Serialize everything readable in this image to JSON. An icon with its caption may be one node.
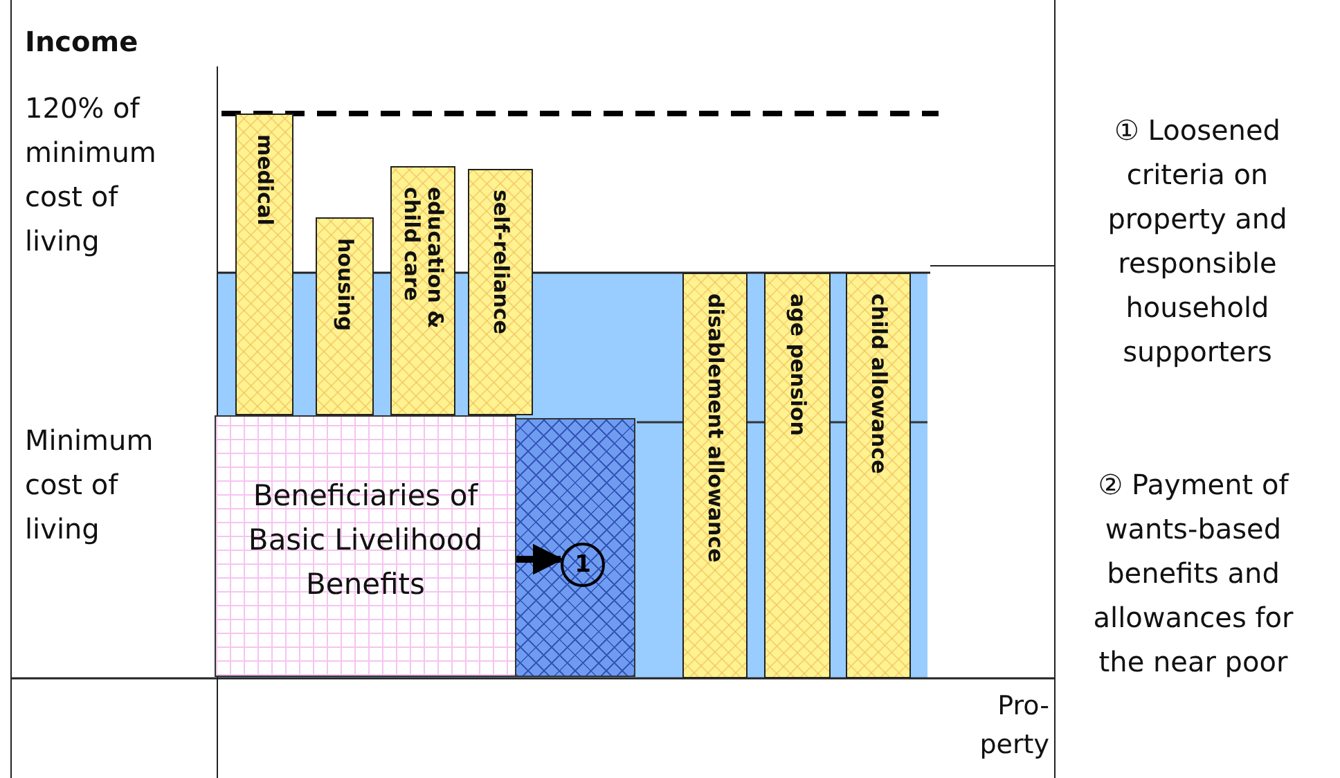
{
  "diagram": {
    "nodes": [
      {
        "text": [
          "medical"
        ]
      },
      {
        "text": [
          "housing"
        ]
      },
      {
        "text": [
          "education & child care"
        ]
      },
      {
        "text": [
          "self-reliance"
        ]
      },
      {
        "text": [
          "disablement allowance"
        ]
      },
      {
        "text": [
          "age pension"
        ]
      },
      {
        "text": [
          "child allowance"
        ]
      },
      {
        "text": [
          "Beneficiaries of Basic Livelihood Benefits"
        ]
      },
      {
        "text": [],
        "shape": "box"
      },
      {
        "text": [
          "1"
        ],
        "in": 8
      }
    ],
    "edges": [
      {
        "from": 7,
        "to": 9,
        "arrow": "to"
      }
    ],
    "labels": [
      "Income",
      "120% of minimum cost of living",
      "Minimum cost of living",
      "Pro- perty",
      "① Loosened criteria on property and responsible household supporters",
      "② Payment of wants-based benefits and allowances for the near poor"
    ]
  }
}
